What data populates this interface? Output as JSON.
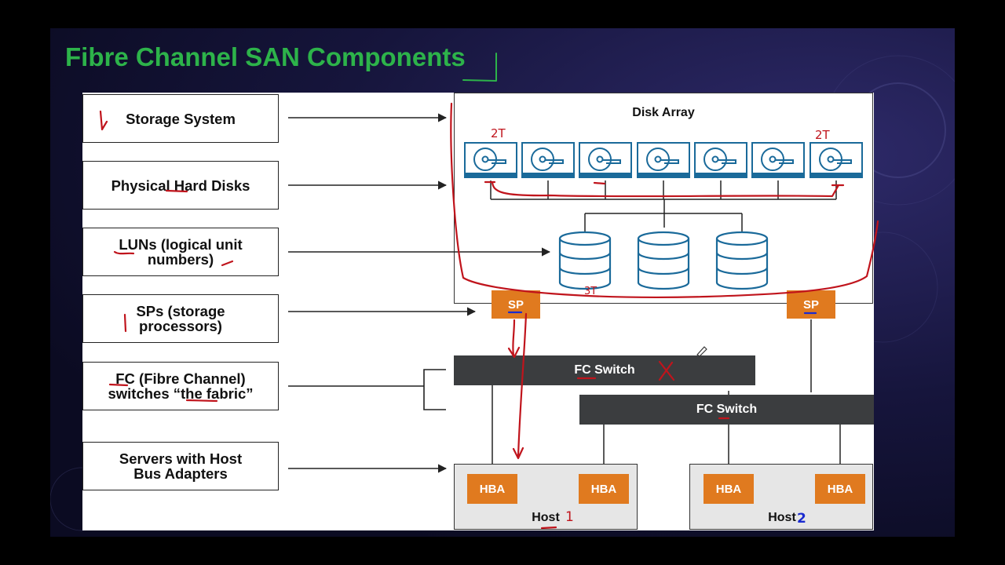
{
  "slide": {
    "title": "Fibre Channel SAN Components"
  },
  "components": [
    {
      "label": "Storage System"
    },
    {
      "label": "Physical Hard Disks"
    },
    {
      "label": "LUNs (logical unit numbers)"
    },
    {
      "label": "SPs (storage processors)"
    },
    {
      "label": "FC (Fibre Channel) switches “the fabric”"
    },
    {
      "label": "Servers with Host Bus Adapters"
    }
  ],
  "diagram": {
    "disk_array_title": "Disk Array",
    "sp_label": "SP",
    "switch_label": "FC Switch",
    "hba_label": "HBA",
    "hosts": [
      {
        "label": "Host"
      },
      {
        "label": "Host"
      }
    ]
  },
  "annotations": {
    "disk_capacity": "2T",
    "lun_capacity": "3T",
    "host1_number": "1",
    "host2_number": "2"
  },
  "colors": {
    "title_green": "#2db34a",
    "orange": "#e07a1f",
    "switch_gray": "#3b3d3f",
    "disk_blue": "#1a6a9a",
    "ink_red": "#c0141c",
    "ink_blue": "#1a2bd0"
  }
}
